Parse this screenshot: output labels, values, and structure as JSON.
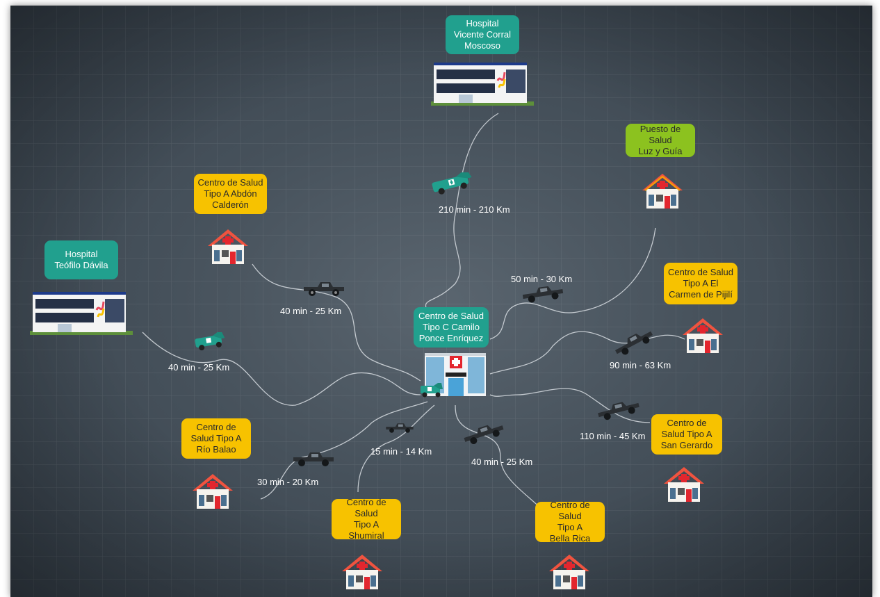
{
  "nodes": {
    "hospital_vicente": "Hospital\nVicente Corral\nMoscoso",
    "puesto_luz": "Puesto de Salud\nLuz y  Guía",
    "centro_abdon": "Centro de Salud\nTipo A Abdón\nCalderón",
    "hospital_teofilo": "Hospital\nTeófilo Dávila",
    "centro_camilo": "Centro de Salud\nTipo C Camilo\nPonce Enríquez",
    "centro_pijili": "Centro de Salud\nTipo A El\nCarmen de Pijilí",
    "centro_rio_balao": "Centro de\nSalud Tipo A\nRío Balao",
    "centro_san_gerardo": "Centro de\nSalud Tipo A\nSan Gerardo",
    "centro_shumiral": "Centro de Salud\nTipo A\nShumiral",
    "centro_bella_rica": "Centro de Salud\nTipo A\nBella Rica"
  },
  "routes": {
    "vicente": "210 min - 210 Km",
    "luz": "50 min - 30 Km",
    "abdon": "40 min - 25 Km",
    "teofilo": "40 min - 25 Km",
    "pijili": "90 min - 63 Km",
    "san_gerardo": "110 min - 45 Km",
    "rio_balao": "30 min - 20 Km",
    "shumiral": "15 min - 14 Km",
    "bella_rica": "40 min - 25 Km"
  },
  "icons": {
    "hospital": "hospital-building-icon",
    "house": "health-post-house-icon",
    "clinic": "clinic-building-icon",
    "ambulance": "ambulance-icon",
    "truck": "pickup-truck-icon"
  },
  "colors": {
    "teal": "#21a08e",
    "yellow": "#f7c200",
    "green": "#8cc21f",
    "background": "#46515b",
    "roof": "#f0533f",
    "cross": "#e3262e"
  }
}
